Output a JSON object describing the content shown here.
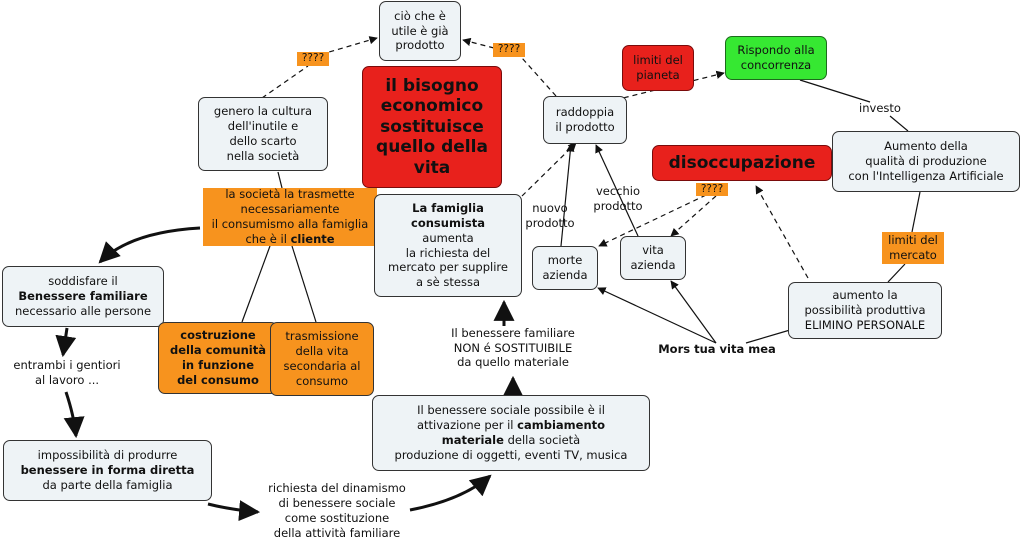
{
  "nodes": {
    "cio_utile": "ciò che è\nutile è già\nprodotto",
    "tag_q1": "????",
    "tag_q2": "????",
    "bisogno": "il bisogno\neconomico\nsostituisce\nquello della\nvita",
    "genero_cultura": "genero la cultura\ndell'inutile e\ndello scarto\nnella società",
    "raddoppia": "raddoppia\nil prodotto",
    "limiti_pianeta": "limiti del\npianeta",
    "rispondo": "Rispondo alla\nconcorrenza",
    "investo": "investo",
    "aumento_qualita": "Aumento della\nqualità di produzione\ncon l'Intelligenza Artificiale",
    "disoccupazione": "disoccupazione",
    "tag_q3": "????",
    "vecchio_prodotto": "vecchio\nprodotto",
    "nuovo_prodotto": "nuovo\nprodotto",
    "societa_trasmette": {
      "pre": "la società la trasmette\nnecessariamente\nil consumismo alla famiglia\nche è il ",
      "bold": "cliente"
    },
    "famiglia_consumista": {
      "bold": "La famiglia\nconsumista",
      "rest": "\naumenta\nla richiesta del\nmercato per supplire\na sè stessa"
    },
    "morte_azienda": "morte\nazienda",
    "vita_azienda": "vita\nazienda",
    "limiti_mercato": "limiti del\nmercato",
    "soddisfare": {
      "pre": "soddisfare il\n",
      "bold": "Benessere familiare",
      "post": "\nnecessario alle persone"
    },
    "costruzione": "costruzione\ndella comunità\nin funzione\ndel consumo",
    "trasmissione": "trasmissione\ndella vita\nsecondaria al\nconsumo",
    "aumento_possibilita": "aumento la\npossibilità produttiva\nELIMINO PERSONALE",
    "mors": "Mors tua vita mea",
    "benessere_non": "Il benessere familiare\nNON é SOSTITUIBILE\nda quello materiale",
    "entrambi": "entrambi i gentiori\nal lavoro ...",
    "benessere_sociale": {
      "pre": "Il benessere sociale possibile è il\nattivazione per il ",
      "bold": "cambiamento\nmateriale",
      "post": " della società\nproduzione di oggetti, eventi TV, musica"
    },
    "impossibilita": {
      "pre": "impossibilità  di produrre\n",
      "bold": "benessere  in forma diretta",
      "post": "\nda parte della famiglia"
    },
    "richiesta": "richiesta del dinamismo\ndi  benessere sociale\ncome sostituzione\ndella attività familiare"
  },
  "colors": {
    "box_fill": "#eef3f6",
    "orange": "#f7931e",
    "red": "#e8211c",
    "green": "#36e832"
  }
}
